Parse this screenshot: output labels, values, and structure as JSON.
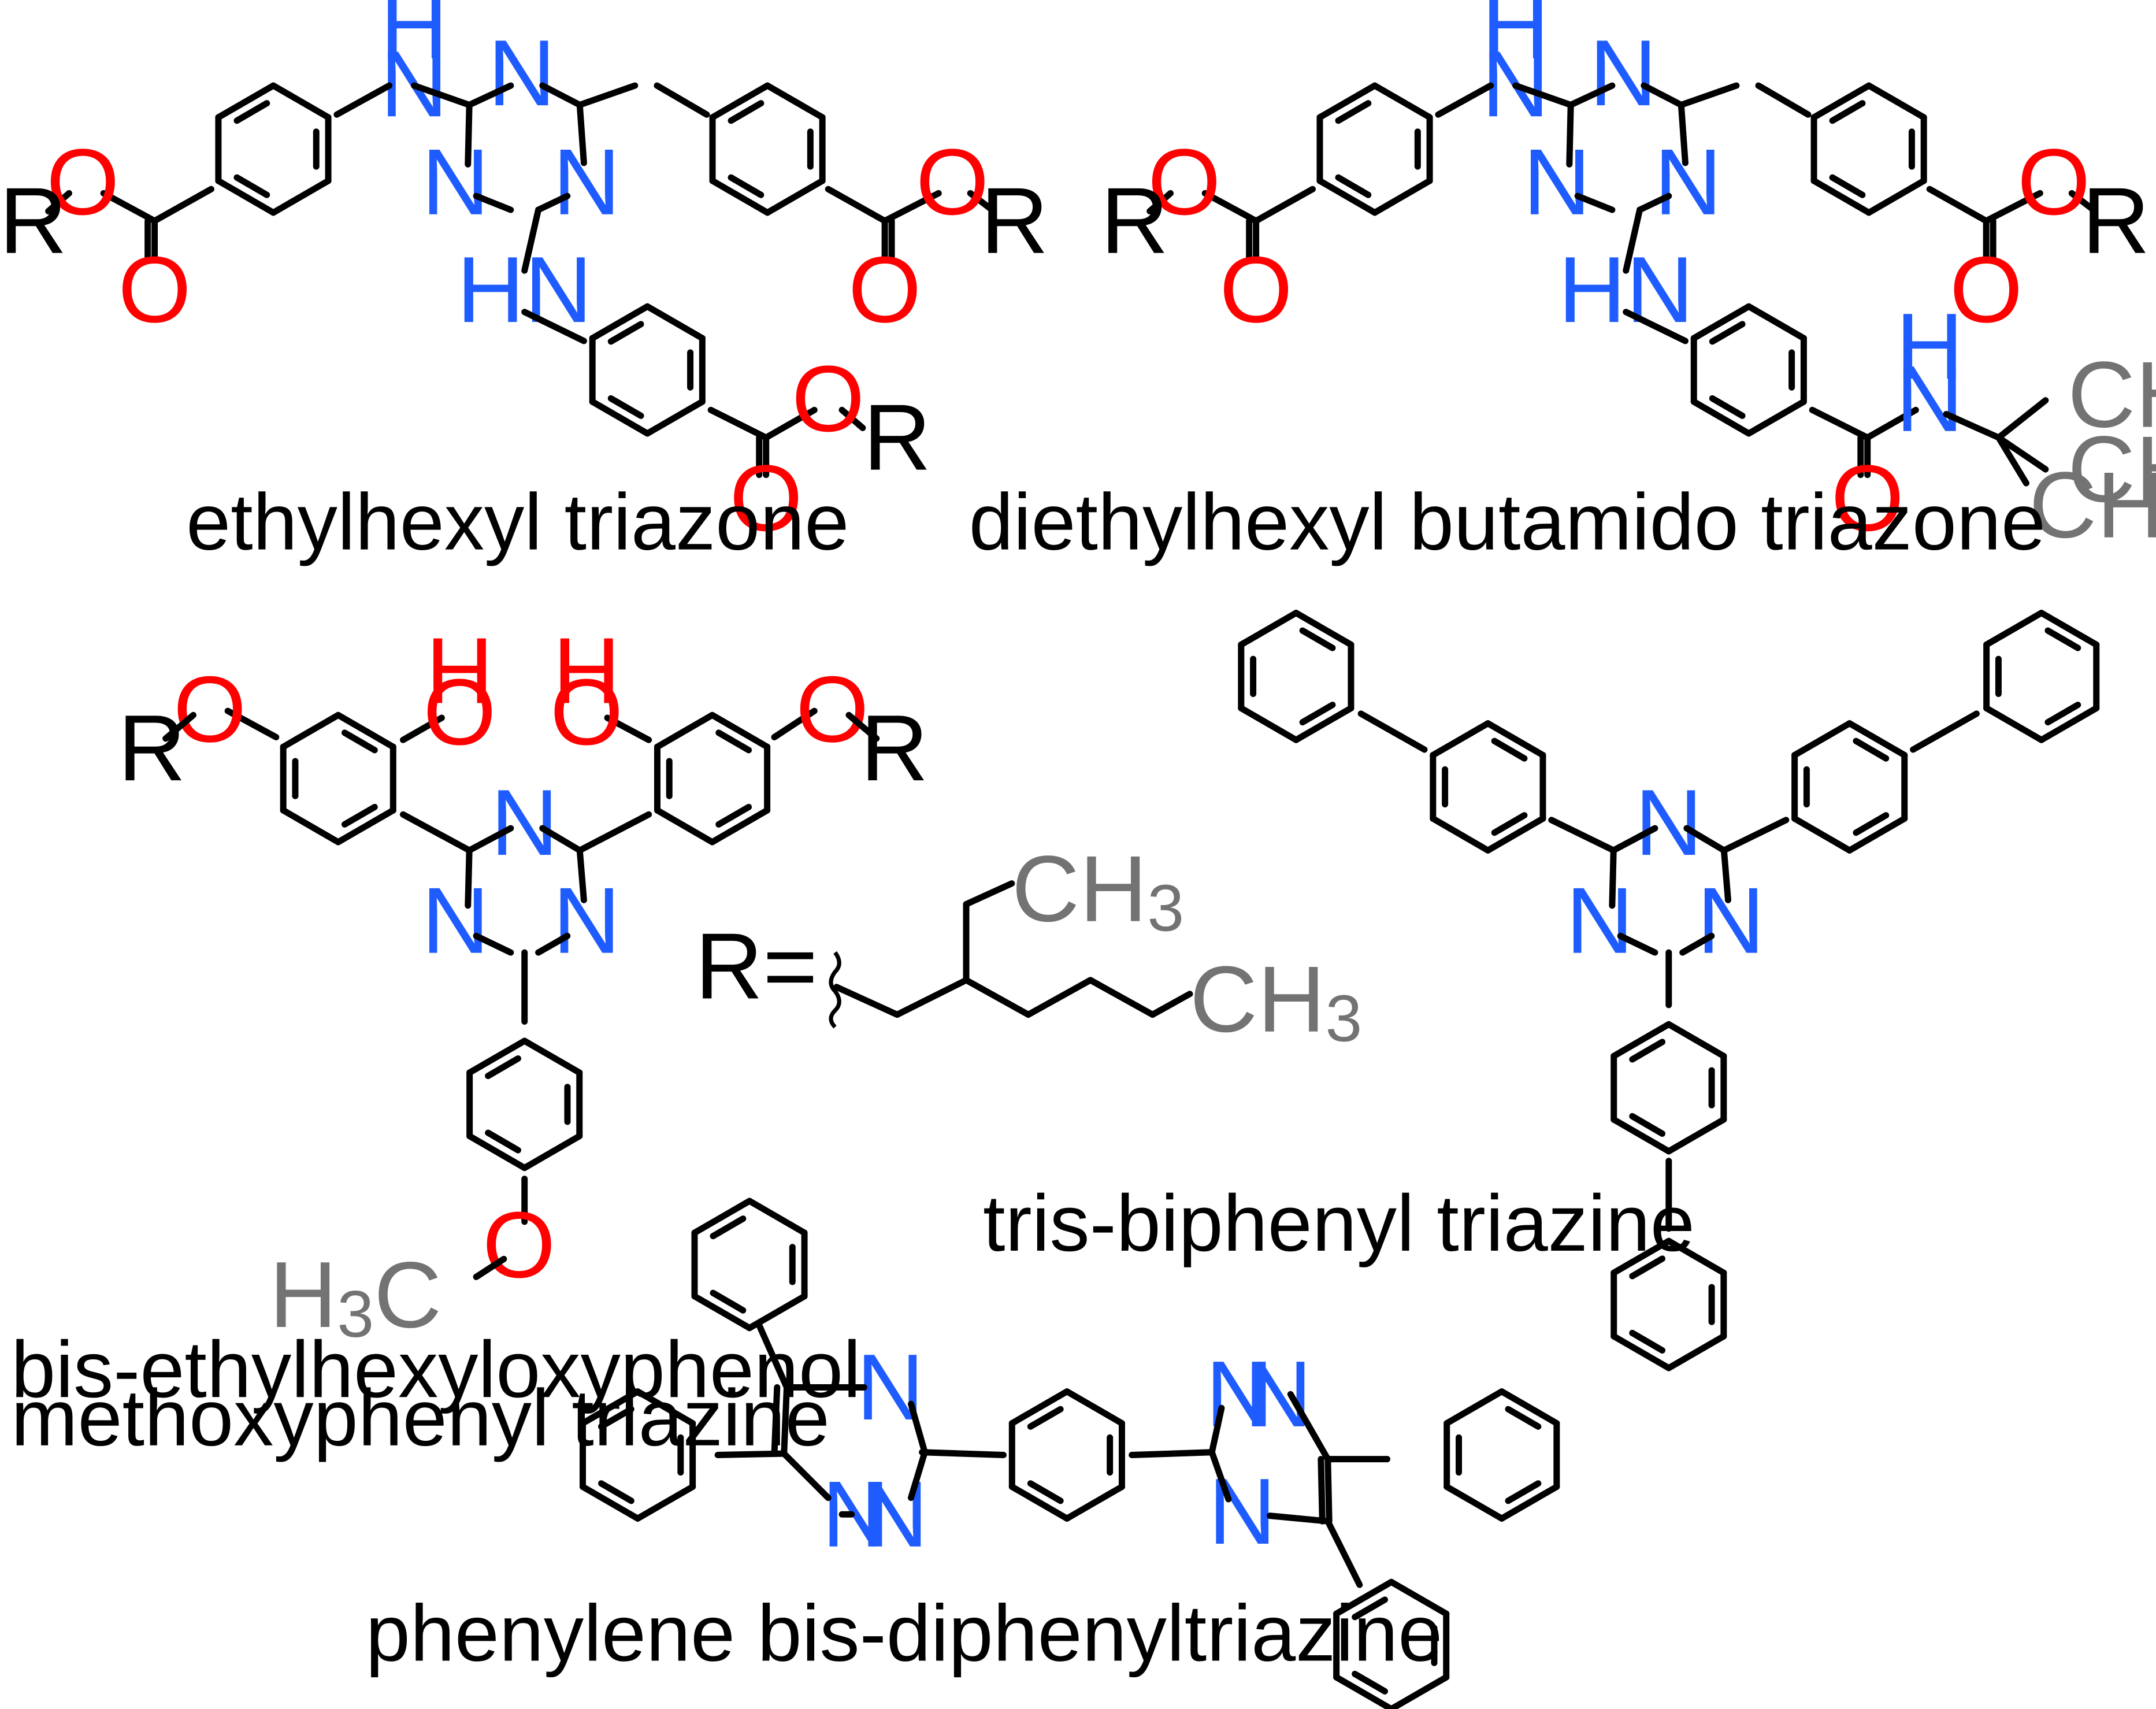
{
  "colors": {
    "bond": "#000000",
    "nitrogen": "#1f5cff",
    "oxygen": "#ff0000",
    "methyl": "#737373",
    "carbon": "#000000",
    "background": "#ffffff"
  },
  "compounds": {
    "ethylhexyl_triazone": {
      "name": "ethylhexyl triazone"
    },
    "diethylhexyl_butamido_triazone": {
      "name": "diethylhexyl butamido triazone"
    },
    "bemotrizinol": {
      "name_line1": "bis-ethylhexyloxyphenol",
      "name_line2": "methoxyphenyl triazine"
    },
    "tris_biphenyl_triazine": {
      "name": "tris-biphenyl triazine"
    },
    "phenylene_bis_diphenyltriazine": {
      "name": "phenylene bis-diphenyltriazine"
    }
  },
  "r_group": {
    "label": "R="
  },
  "atoms": {
    "N": "N",
    "H": "H",
    "NH": "NH",
    "HN": "HN",
    "O": "O",
    "R": "R",
    "CH3_C": "CH",
    "CH3_sub": "3",
    "H3C_H": "H",
    "H3C_sub": "3",
    "H3C_C": "C"
  }
}
